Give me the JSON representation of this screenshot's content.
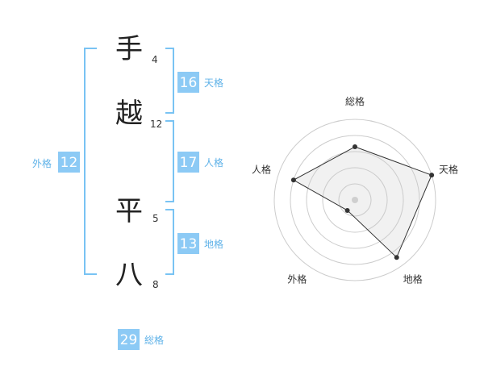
{
  "characters": [
    {
      "char": "手",
      "strokes": "4"
    },
    {
      "char": "越",
      "strokes": "12"
    },
    {
      "char": "平",
      "strokes": "5"
    },
    {
      "char": "八",
      "strokes": "8"
    }
  ],
  "fortunes": {
    "tenkaku": {
      "value": "16",
      "label": "天格"
    },
    "jinkaku": {
      "value": "17",
      "label": "人格"
    },
    "chikaku": {
      "value": "13",
      "label": "地格"
    },
    "gaikaku": {
      "value": "12",
      "label": "外格"
    },
    "soukaku": {
      "value": "29",
      "label": "総格"
    }
  },
  "chart_data": {
    "type": "radar",
    "axes": [
      "総格",
      "天格",
      "地格",
      "外格",
      "人格"
    ],
    "values": [
      3.3,
      5.0,
      4.4,
      0.8,
      4.0
    ],
    "max": 5,
    "rings": 5,
    "grid": true
  },
  "colors": {
    "accent": "#8ccaf5",
    "accent_text": "#5fb2e8",
    "bracket": "#79c3f3"
  }
}
